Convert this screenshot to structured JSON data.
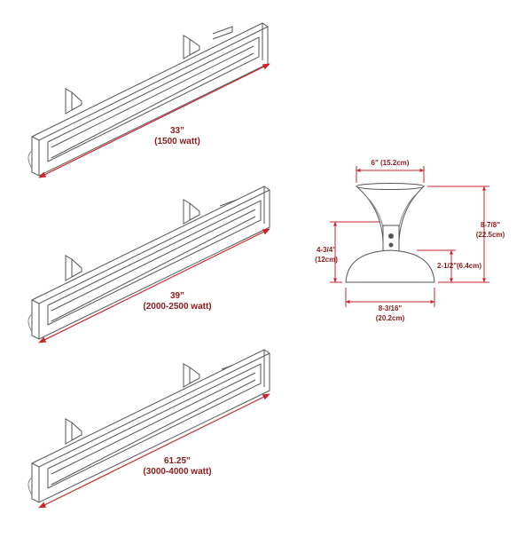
{
  "heaters": [
    {
      "length": "33”",
      "watt": "(1500 watt)"
    },
    {
      "length": "39”",
      "watt": "(2000-2500 watt)"
    },
    {
      "length": "61.25”",
      "watt": "(3000-4000 watt)"
    }
  ],
  "mount": {
    "top_width": "6\" (15.2cm)",
    "left_height": "4-3/4\"",
    "left_height_metric": "(12cm)",
    "right_height": "8-7/8\"",
    "right_height_metric": "(22.5cm)",
    "base_height": "2-1/2\"",
    "base_height_metric": "(6.4cm)",
    "base_width": "8-3/16\"",
    "base_width_metric": "(20.2cm)"
  },
  "colors": {
    "line": "#555555",
    "dimension": "#c8262c",
    "text": "#8b1a1a"
  }
}
